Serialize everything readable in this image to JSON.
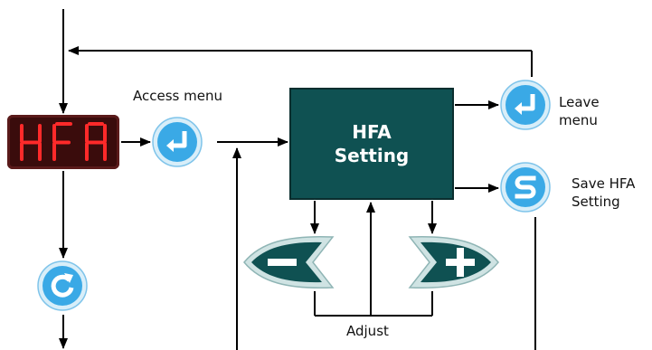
{
  "display": {
    "text": "HFA"
  },
  "labels": {
    "access_menu": "Access menu",
    "hfa_line1": "HFA",
    "hfa_line2": "Setting",
    "leave_line1": "Leave",
    "leave_line2": "menu",
    "save_line1": "Save HFA",
    "save_line2": "Setting",
    "adjust": "Adjust"
  },
  "buttons": {
    "access": "enter-icon",
    "leave": "enter-icon",
    "save": "s-icon",
    "reset": "rotate-icon",
    "minus": "minus-icon",
    "plus": "plus-icon"
  },
  "colors": {
    "display_bg": "#3a0c0c",
    "display_segments": "#ff2a2a",
    "setting_box": "#0f5152",
    "round_button": "#3aa9e6",
    "adjust_button": "#0f5152"
  }
}
